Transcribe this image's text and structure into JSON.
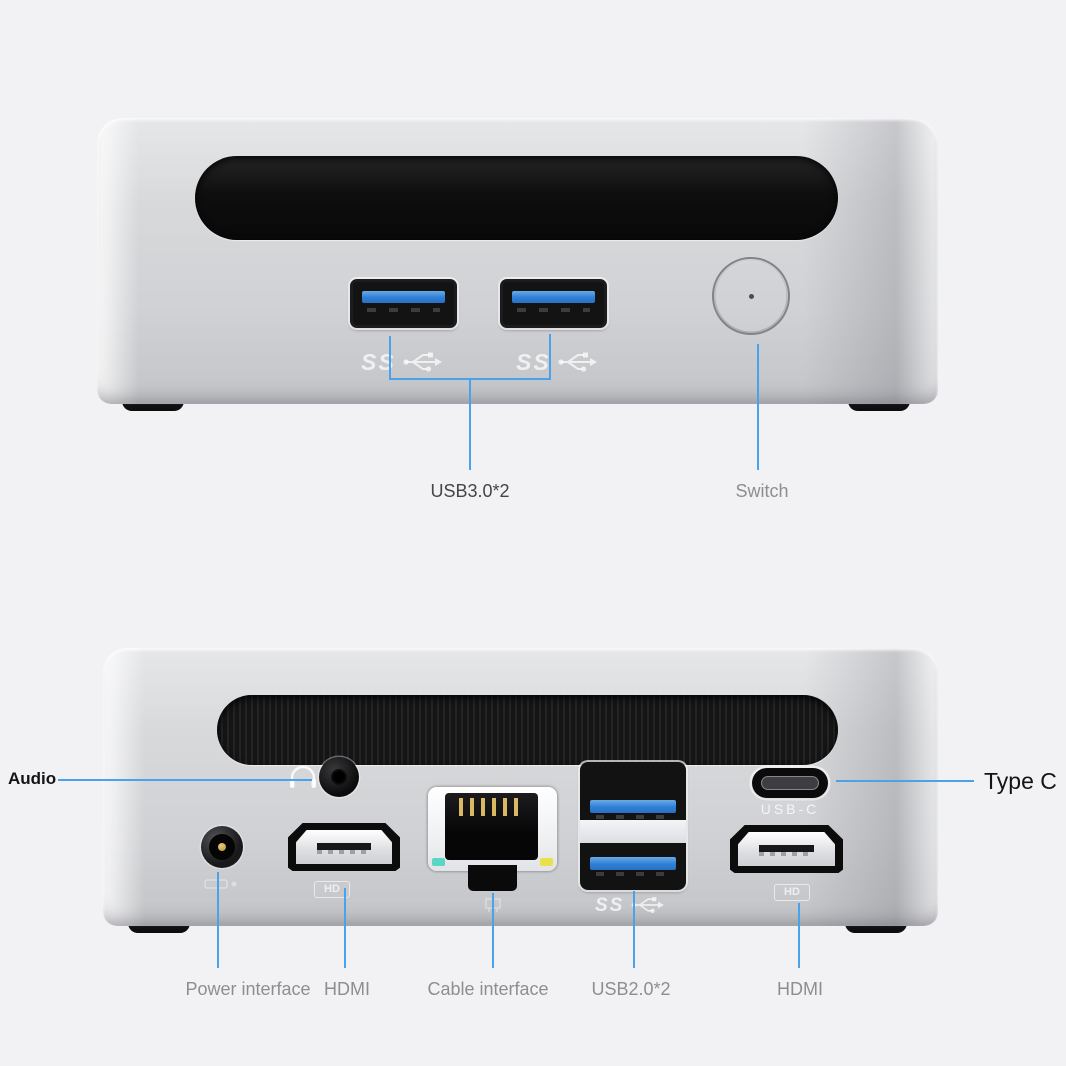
{
  "colors": {
    "leader": "#4aa2ea",
    "label_gray": "#8e8e91",
    "label_dark": "#454547",
    "usb_blue": "#2f7fd6"
  },
  "front_view": {
    "usb_ports_label": "USB3.0*2",
    "switch_label": "Switch",
    "ss_engraving": "SS"
  },
  "rear_view": {
    "audio_label": "Audio",
    "type_c_label": "Type C",
    "power_label": "Power interface",
    "hdmi_left_label": "HDMI",
    "cable_label": "Cable interface",
    "usb_ports_label": "USB2.0*2",
    "hdmi_right_label": "HDMI",
    "usb_c_engraving": "USB-C",
    "hd_engraving": "HD",
    "ss_engraving": "SS"
  }
}
